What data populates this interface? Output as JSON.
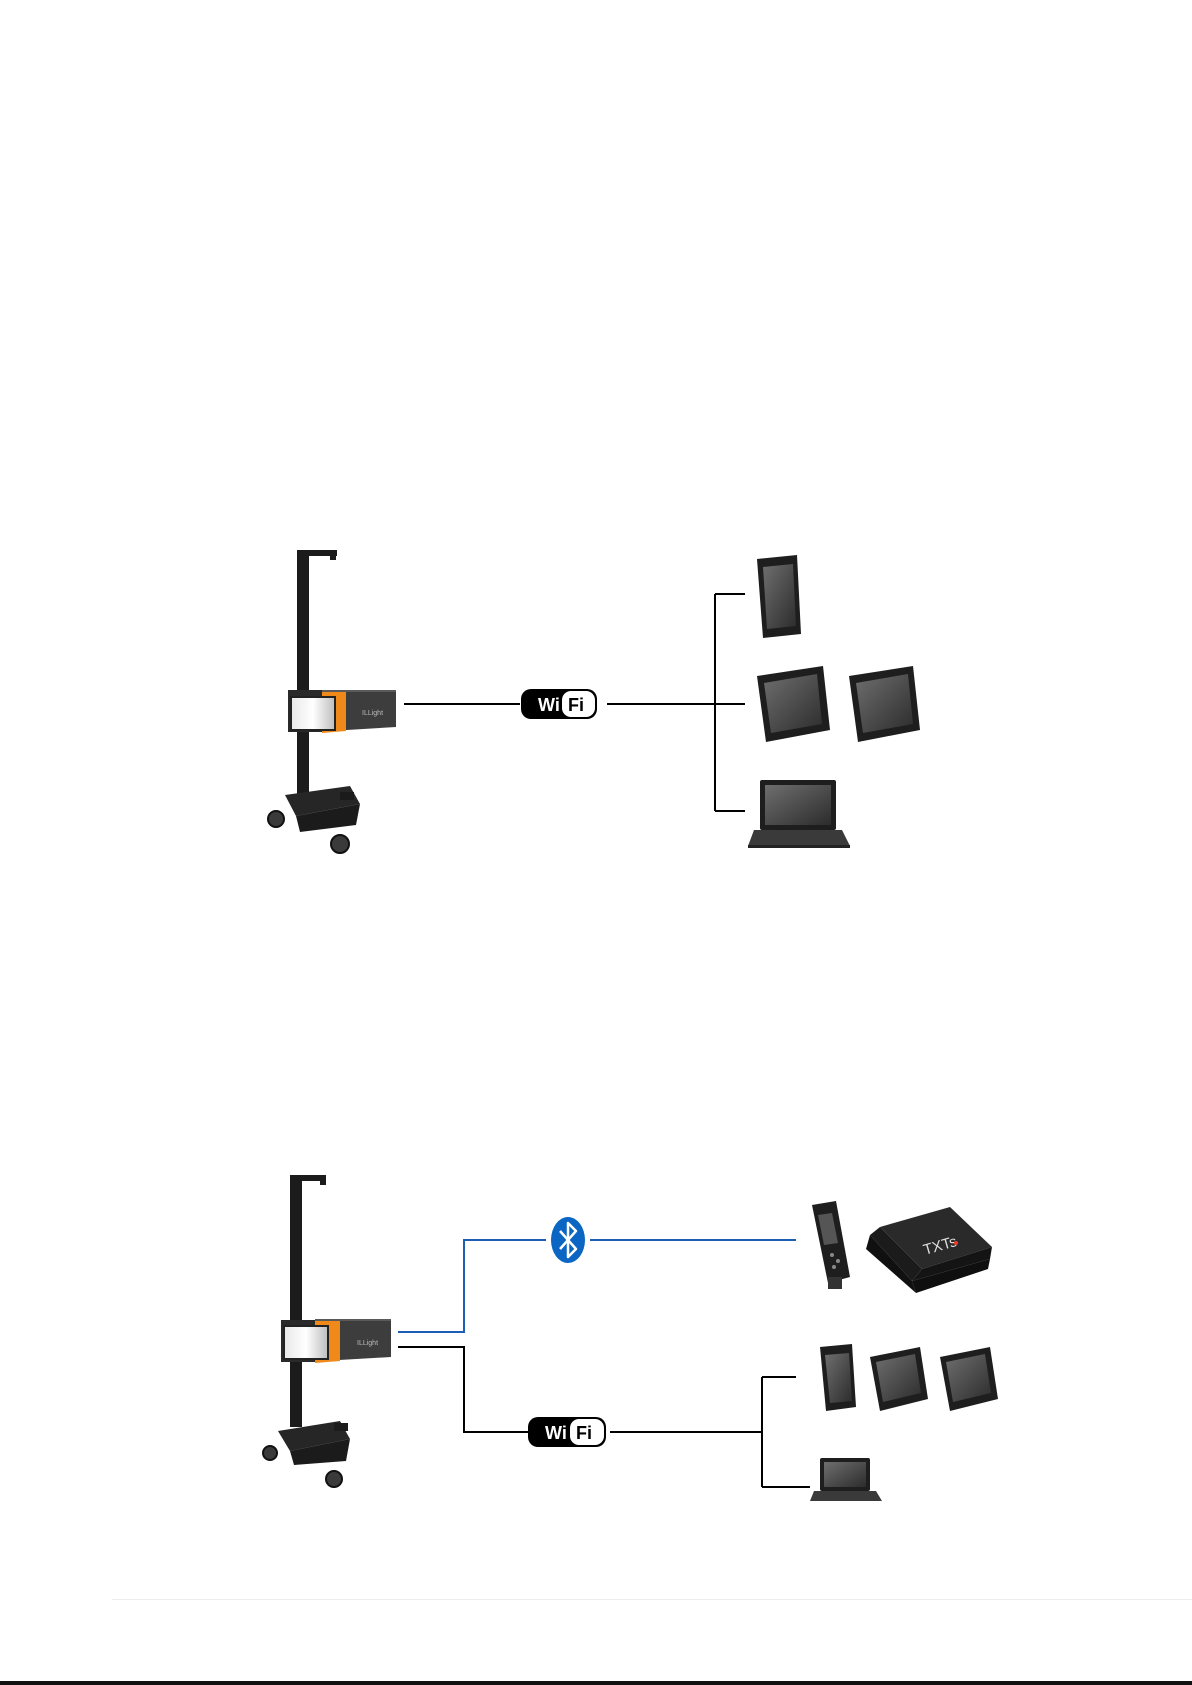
{
  "diagrams": [
    {
      "connections": [
        {
          "type": "wifi",
          "wordmark": "WiFi"
        }
      ],
      "targets": [
        "tablet",
        "tablet",
        "tablet",
        "laptop"
      ]
    },
    {
      "connections": [
        {
          "type": "bluetooth"
        },
        {
          "type": "wifi",
          "wordmark": "WiFi"
        }
      ],
      "targets_bluetooth": [
        "vci-dongle",
        "txts-diagnostic-interface"
      ],
      "txts_label": "TXTs",
      "targets_wifi": [
        "tablet",
        "tablet",
        "tablet",
        "laptop"
      ]
    }
  ],
  "colors": {
    "line": "#000000",
    "bluetooth_line": "#1a5fb4",
    "bluetooth_badge": "#0a66c2",
    "device_orange": "#ef8a1a",
    "device_black": "#1b1b1b"
  }
}
